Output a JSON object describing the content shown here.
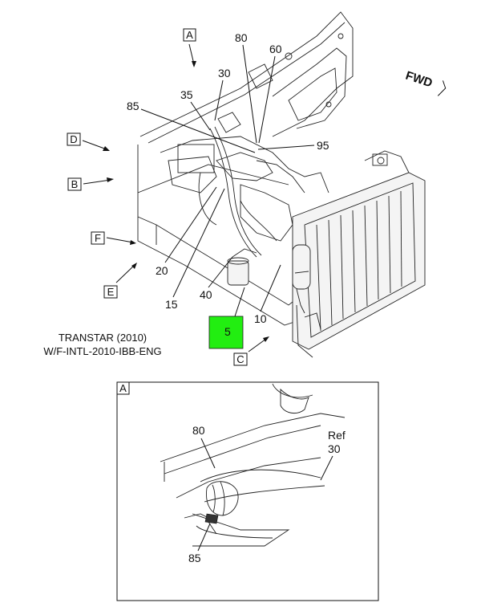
{
  "fwd_label": "FWD",
  "caption": {
    "line1": "TRANSTAR (2010)",
    "line2": "W/F-INTL-2010-IBB-ENG"
  },
  "view_labels": {
    "A": "A",
    "B": "B",
    "C": "C",
    "D": "D",
    "E": "E",
    "F": "F"
  },
  "callouts": {
    "c80": "80",
    "c60": "60",
    "c30": "30",
    "c35": "35",
    "c85": "85",
    "c95": "95",
    "c20": "20",
    "c15": "15",
    "c40": "40",
    "c10": "10",
    "c5": "5"
  },
  "highlight_color": "#22ee11",
  "detail": {
    "title": "A",
    "c80": "80",
    "ref_word": "Ref",
    "ref_num": "30",
    "c85": "85"
  }
}
